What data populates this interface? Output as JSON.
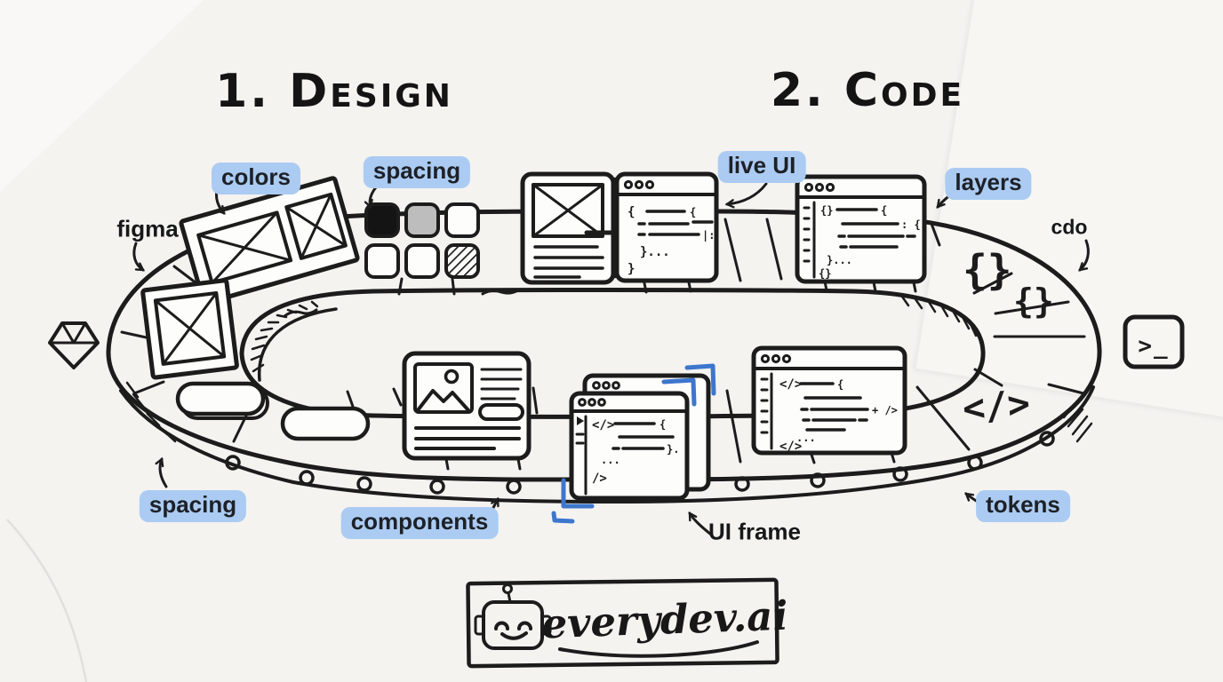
{
  "titles": {
    "design": "1. Design",
    "code": "2. Code"
  },
  "labels": {
    "colors": "colors",
    "spacing_top": "spacing",
    "figma": "figma",
    "live_ui": "live UI",
    "layers": "layers",
    "cdo": "cdo",
    "spacing_bottom": "spacing",
    "components": "components",
    "ui_frame": "UI frame",
    "tokens": "tokens"
  },
  "logo": {
    "brand": "everydev.ai",
    "mascot": "robot-icon"
  },
  "glyphs": {
    "braces_large": "{}",
    "braces_small": "{}",
    "code_tag_large": "</>",
    "terminal_prompt": ">_"
  },
  "code_glyphs": {
    "open_brace": "{",
    "close_brace": "}",
    "close_brace_dots": "}...",
    "close_brace_dot": "}.",
    "cursor": "|:",
    "ellipsis": "...",
    "code_tag": "</>",
    "self_close": "/>",
    "plus_close": "+ />",
    "empty_braces": "{}",
    "colon_brace": ": {"
  },
  "icons": [
    "diamond-icon",
    "terminal-icon",
    "robot-icon",
    "swatch-grid",
    "wireframe-card",
    "code-window",
    "component-card",
    "selection-handles-icon"
  ],
  "colors": {
    "paper": "#f4f3f0",
    "ink": "#1c1c1c",
    "highlight": "#abcbf2",
    "accent": "#3d76cd",
    "swatch_black": "#141414",
    "swatch_gray": "#bdbdbd",
    "window_fill": "#fdfdfc"
  }
}
